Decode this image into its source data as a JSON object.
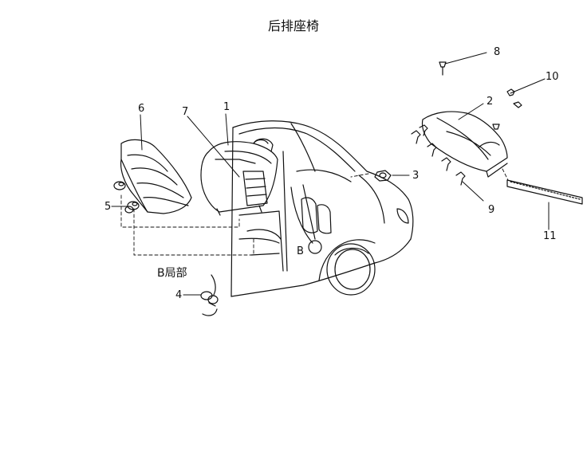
{
  "diagram": {
    "title": "后排座椅",
    "detail_label": "B局部",
    "marker_b": "B",
    "callouts": [
      "1",
      "2",
      "3",
      "4",
      "5",
      "6",
      "7",
      "8",
      "9",
      "10",
      "11"
    ]
  }
}
